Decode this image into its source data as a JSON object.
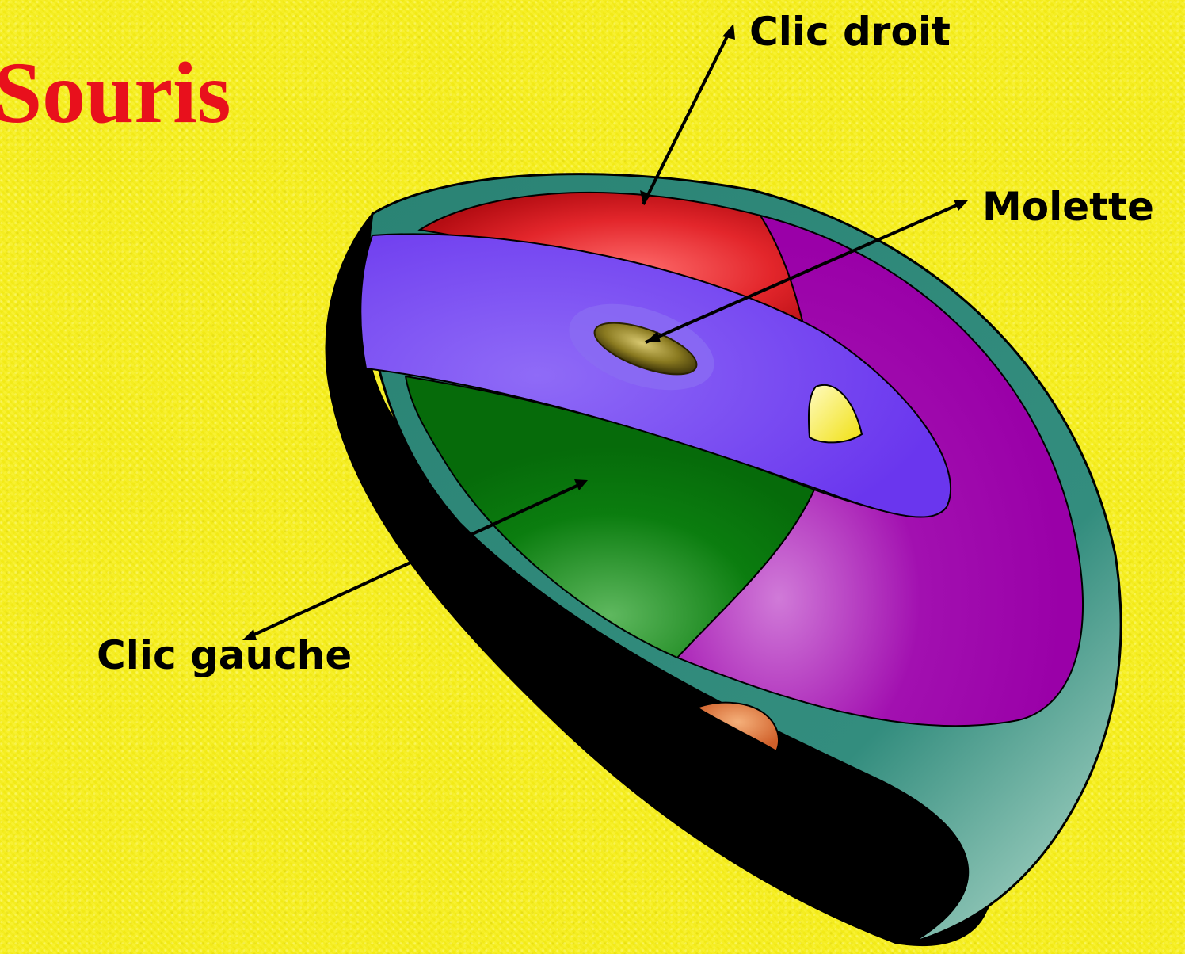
{
  "title": "Souris",
  "labels": {
    "right_click": "Clic droit",
    "wheel": "Molette",
    "left_click": "Clic gauche"
  },
  "colors": {
    "background": "#f7ef1a",
    "title": "#e8101c",
    "shell": "#2f8a78",
    "base": "#000000",
    "right_button": "#e3262b",
    "left_button": "#0b7d0f",
    "palm": "#a210b0",
    "band": "#6e3cf0",
    "wheel": "#7a6a1a",
    "side_button": "#e07a3a"
  },
  "icons": {
    "mouse": "computer-mouse-icon"
  }
}
